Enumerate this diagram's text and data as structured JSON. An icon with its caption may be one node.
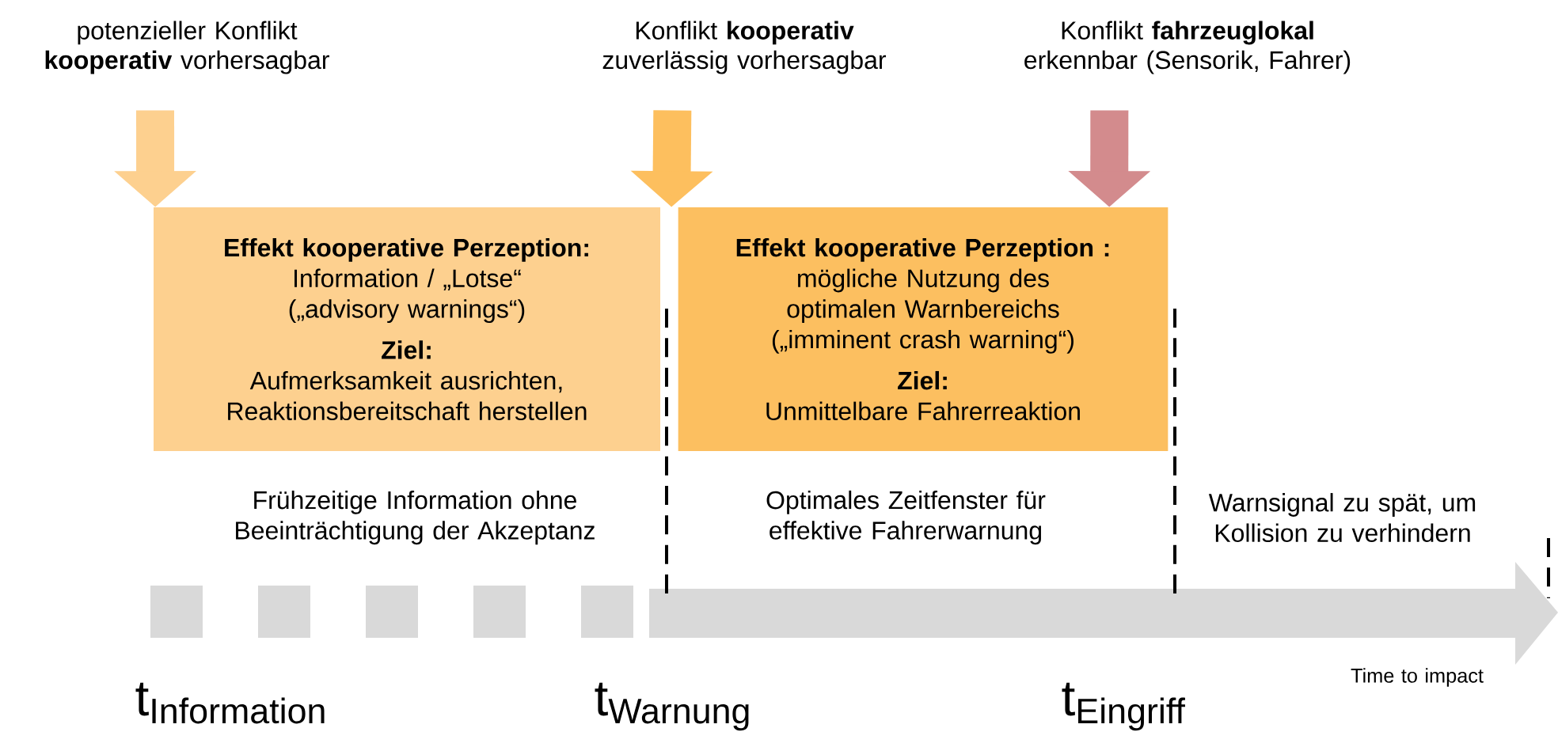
{
  "diagram": {
    "nodes": [
      {
        "text": [
          "potenzieller Konflikt **kooperativ** vorhersagbar"
        ]
      },
      {
        "text": [
          "Konflikt **kooperativ** zuverlässig vorhersagbar"
        ]
      },
      {
        "text": [
          "Konflikt **fahrzeuglokal** erkennbar (Sensorik, Fahrer)"
        ]
      },
      {
        "text": [
          "Effekt  kooperative Perzeption:",
          "Information / „Lotse“ („advisory warnings“)",
          "Ziel:",
          "Aufmerksamkeit ausrichten, Reaktionsbereitschaft herstellen"
        ]
      },
      {
        "text": [
          "Effekt  kooperative Perzeption :",
          "mögliche Nutzung des optimalen Warnbereichs („imminent crash warning“)",
          "Ziel:",
          "Unmittelbare Fahrerreaktion"
        ]
      }
    ],
    "edges": [
      {
        "from": 0,
        "to": 3,
        "arrow": "to",
        "color": "#fdd08f"
      },
      {
        "from": 1,
        "to": 4,
        "arrow": "to",
        "color": "#fdbf5e"
      },
      {
        "from": 2,
        "to": 4,
        "arrow": "to",
        "color": "#d38b8d"
      }
    ],
    "labels": [
      "Frühzeitige Information ohne Beeinträchtigung der Akzeptanz",
      "Optimales Zeitfenster für effektive Fahrerwarnung",
      "Warnsignal zu spät, um Kollision zu verhindern",
      "Time to impact",
      "\\text{t}_{\\text{Information}}",
      "\\text{t}_{\\text{Warnung}}",
      "\\text{t}_{\\text{Eingriff}}"
    ]
  }
}
